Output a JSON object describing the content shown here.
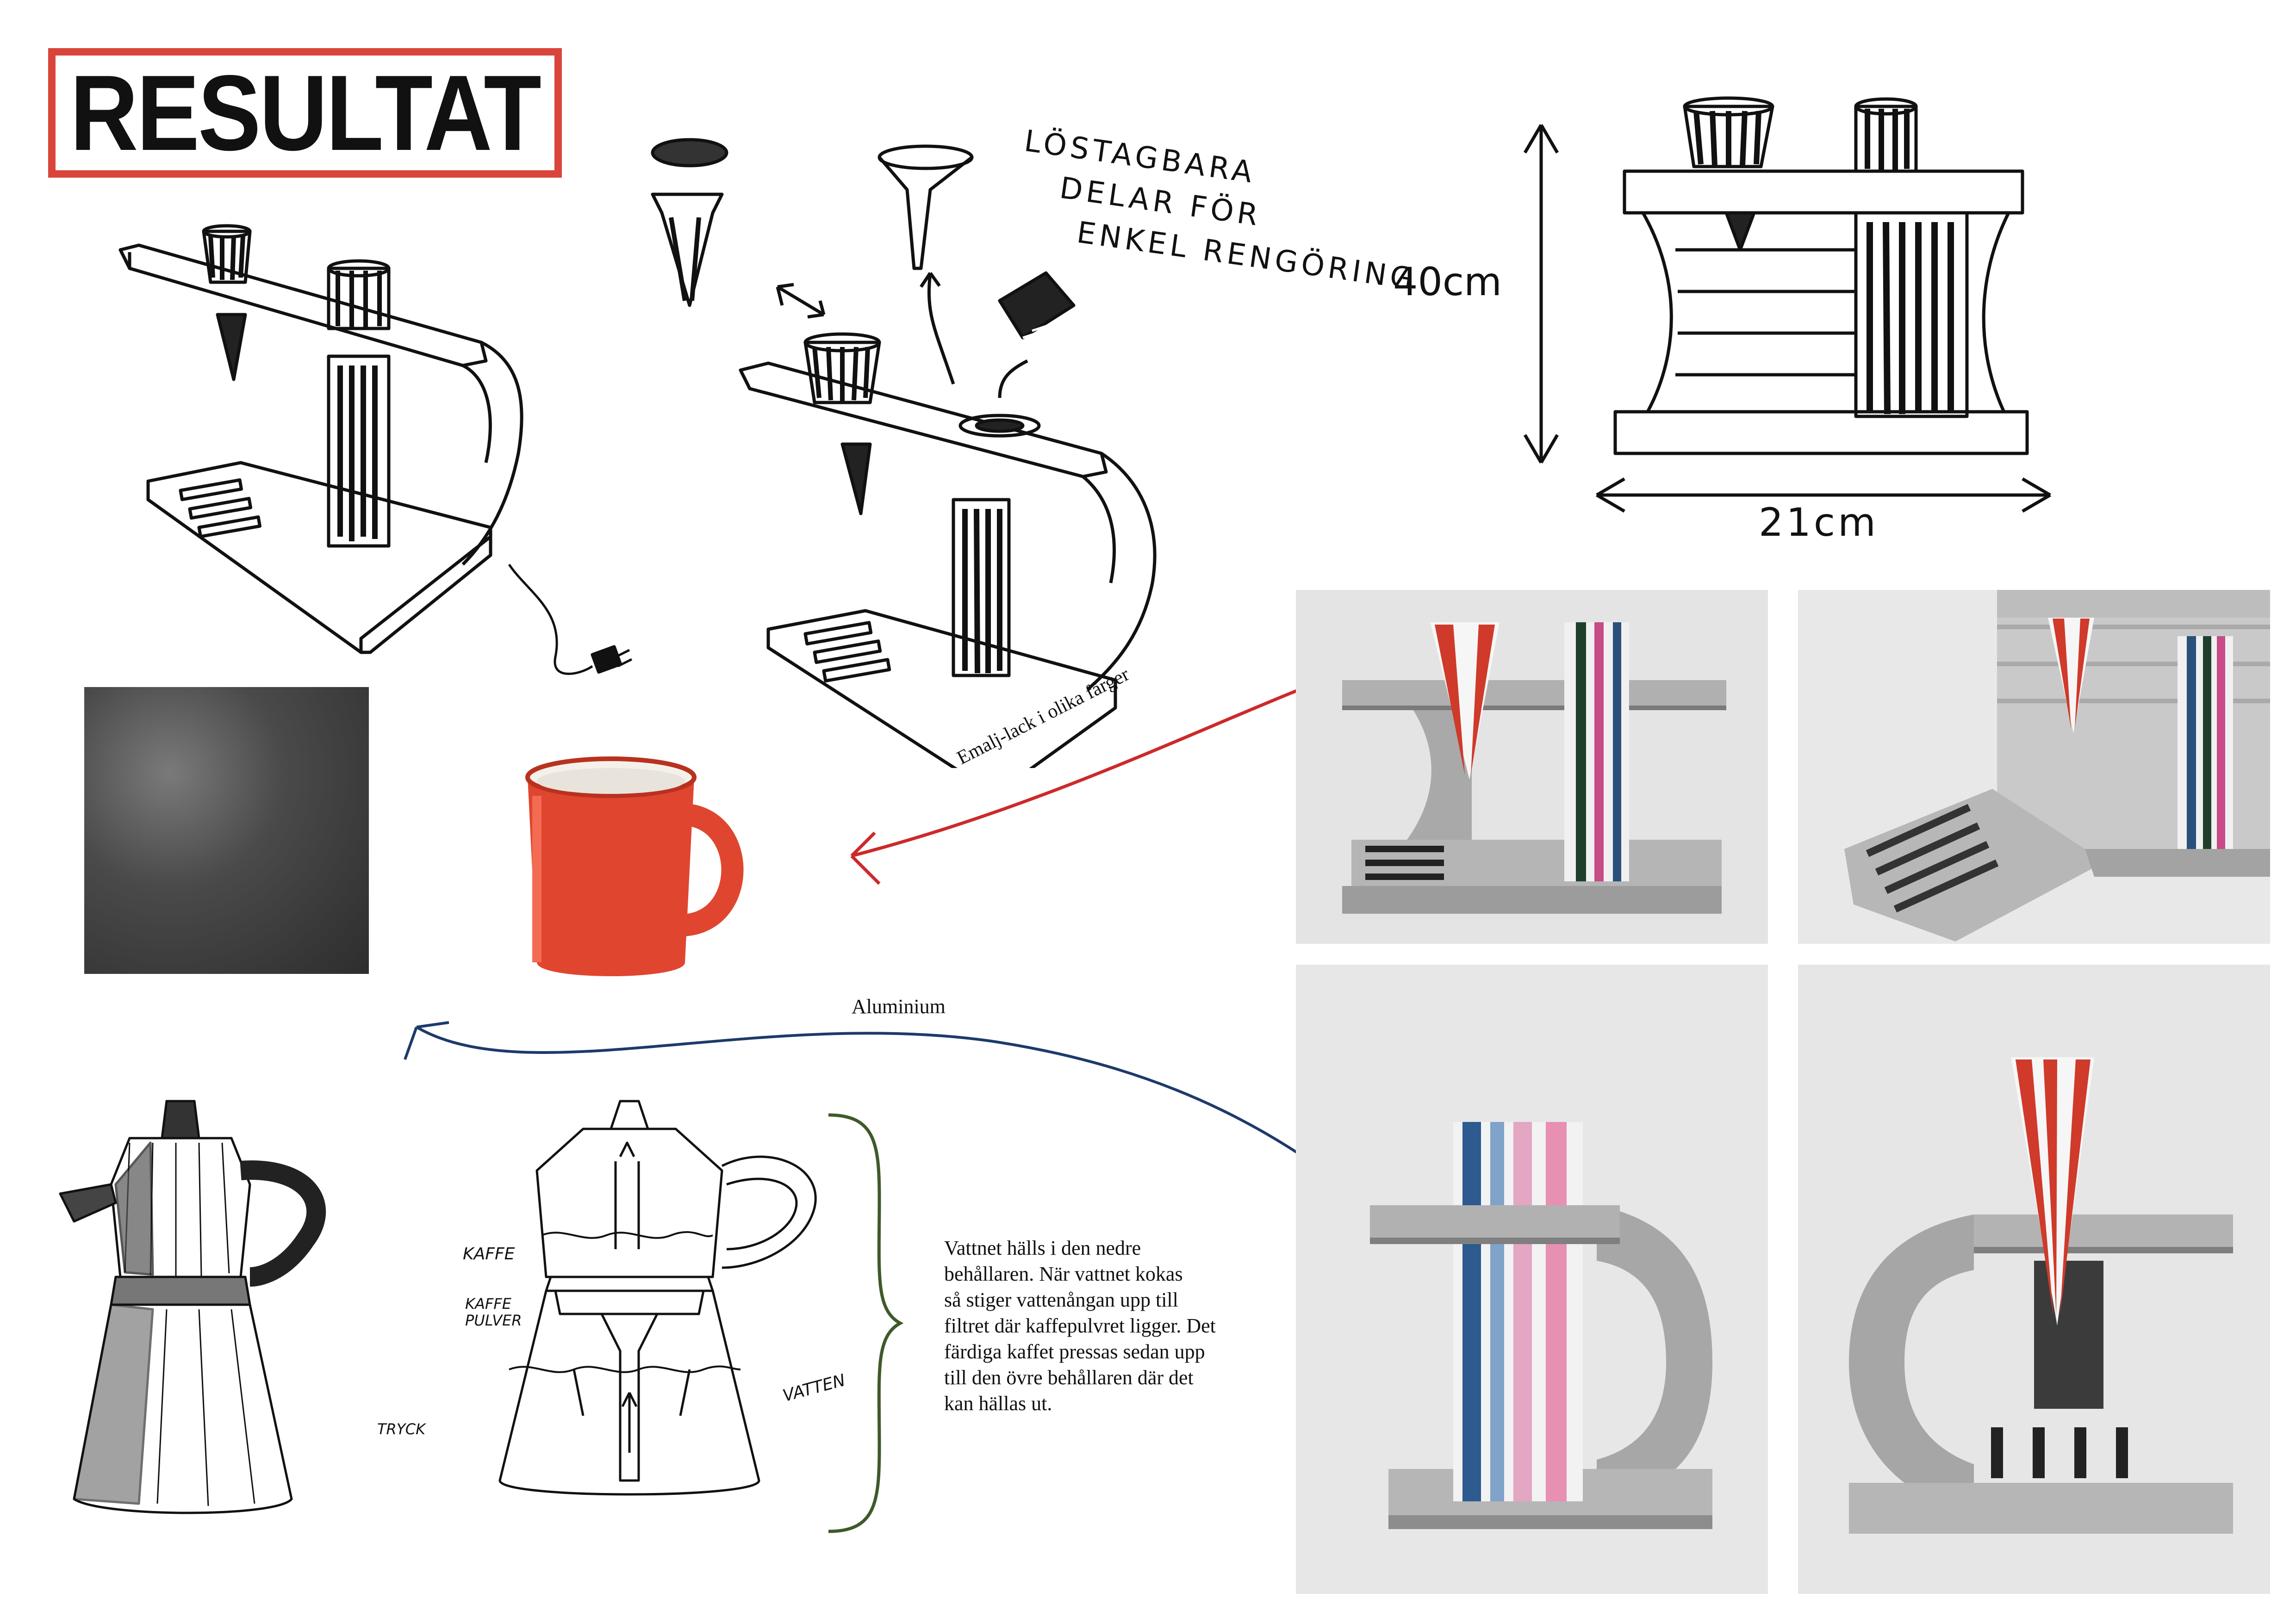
{
  "header": {
    "title": "RESULTAT"
  },
  "sketch_notes": {
    "removable_parts": [
      "LÖSTAGBARA",
      "DELAR FÖR",
      "ENKEL RENGÖRING"
    ],
    "height": "40cm",
    "width": "21cm"
  },
  "labels": {
    "enamel": "Emalj-lack i olika färger",
    "aluminium": "Aluminium"
  },
  "moka_labels": {
    "coffee": "KAFFE",
    "coffee_powder_1": "KAFFE",
    "coffee_powder_2": "PULVER",
    "pressure": "TRYCK",
    "water": "VATTEN"
  },
  "description": [
    "Vattnet hälls i den nedre",
    "behållaren. När vattnet kokas",
    "så stiger vattenångan upp till",
    "filtret där kaffepulvret ligger. Det",
    "färdiga kaffet pressas sedan upp",
    "till den övre behållaren där det",
    "kan hällas ut."
  ],
  "colors": {
    "title_border": "#d9453a",
    "mug_red": "#e0452f",
    "arrow_red": "#cc2a2a",
    "arrow_blue": "#1d3a6b",
    "bracket_green": "#3f5a2a"
  }
}
